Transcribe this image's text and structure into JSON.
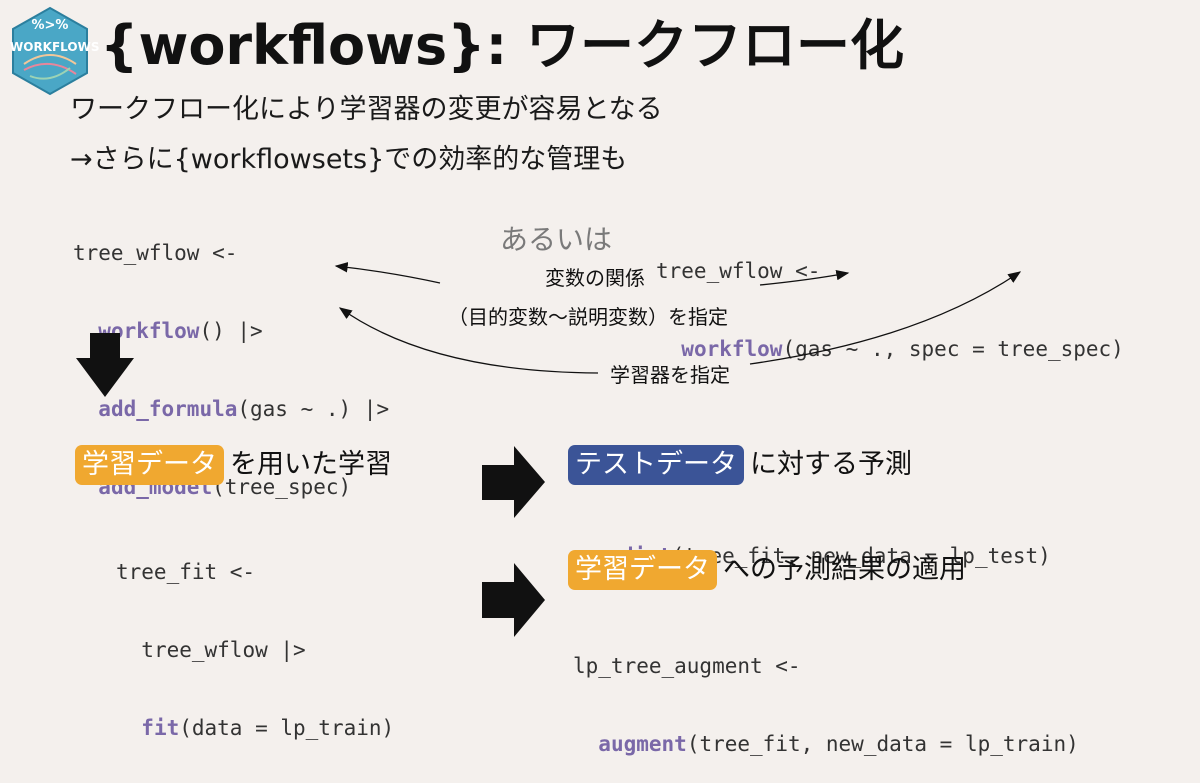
{
  "logo": {
    "top": "%>%",
    "text": "WORKFLOWS"
  },
  "title": "{workflows}: ワークフロー化",
  "lead": [
    "ワークフロー化により学習器の変更が容易となる",
    "→さらに{workflowsets}での効率的な管理も"
  ],
  "code_left": {
    "l1": "tree_wflow <-",
    "l2_fn": "workflow",
    "l2_rest": "() |>",
    "l3_fn": "add_formula",
    "l3_rest": "(gas ~ .) |>",
    "l4_fn": "add_model",
    "l4_rest": "(tree_spec)"
  },
  "alt_label": "あるいは",
  "code_right": {
    "l1": "tree_wflow <-",
    "l2_fn": "workflow",
    "l2_rest": "(gas ~ ., spec = tree_spec)"
  },
  "annotations": {
    "vars_line1": "変数の関係",
    "vars_line2": "（目的変数〜説明変数）を指定",
    "learner": "学習器を指定"
  },
  "fit_section": {
    "highlight": "学習データ",
    "rest": "を用いた学習",
    "code_l1": "tree_fit <-",
    "code_l2": "tree_wflow |>",
    "code_l3_fn": "fit",
    "code_l3_rest": "(data = lp_train)"
  },
  "test_section": {
    "highlight": "テストデータ",
    "rest": "に対する予測",
    "code_fn": "predict",
    "code_rest": "(tree_fit, new_data = lp_test)"
  },
  "augment_section": {
    "highlight": "学習データ",
    "rest": "への予測結果の適用",
    "code_l1": "lp_tree_augment <-",
    "code_l2_fn": "augment",
    "code_l2_rest": "(tree_fit, new_data = lp_train)"
  },
  "colors": {
    "background": "#f4f0ed",
    "function": "#7a68a8",
    "highlight_orange": "#f0a830",
    "highlight_blue": "#3b5497",
    "logo_hex": "#4aa7c6"
  }
}
